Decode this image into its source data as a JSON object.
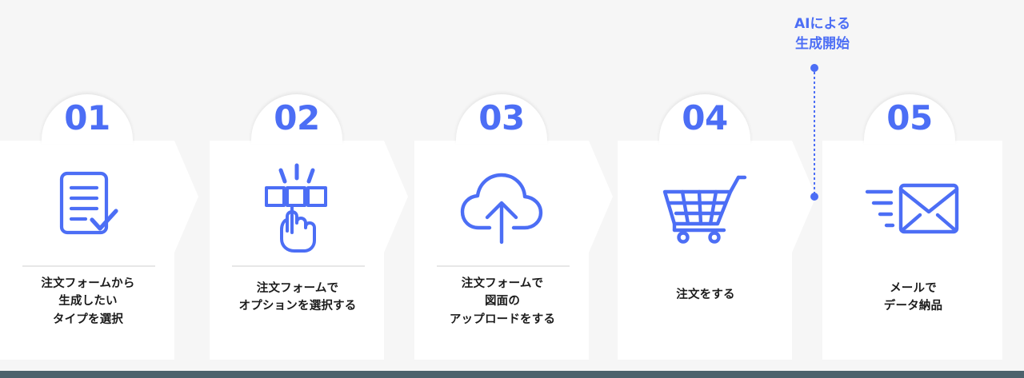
{
  "theme": {
    "background": "#f6f6f6",
    "accent_blue": "#4c6ef5",
    "card_white": "#ffffff",
    "text_dark": "#1b1b1b",
    "divider_gray": "#e7e7e7",
    "bottom_bar": "#4c626c"
  },
  "annotation": {
    "text": "AIによる\n生成開始",
    "color": "#4c6ef5"
  },
  "steps": [
    {
      "number": "01",
      "icon": "document-check-icon",
      "label": "注文フォームから\n生成したい\nタイプを選択",
      "lines": 3
    },
    {
      "number": "02",
      "icon": "select-option-hand-icon",
      "label": "注文フォームで\nオプションを選択する",
      "lines": 2
    },
    {
      "number": "03",
      "icon": "cloud-upload-icon",
      "label": "注文フォームで\n図面の\nアップロードをする",
      "lines": 3
    },
    {
      "number": "04",
      "icon": "shopping-cart-icon",
      "label": "注文をする",
      "lines": 1
    },
    {
      "number": "05",
      "icon": "mail-send-icon",
      "label": "メールで\nデータ納品",
      "lines": 2
    }
  ]
}
